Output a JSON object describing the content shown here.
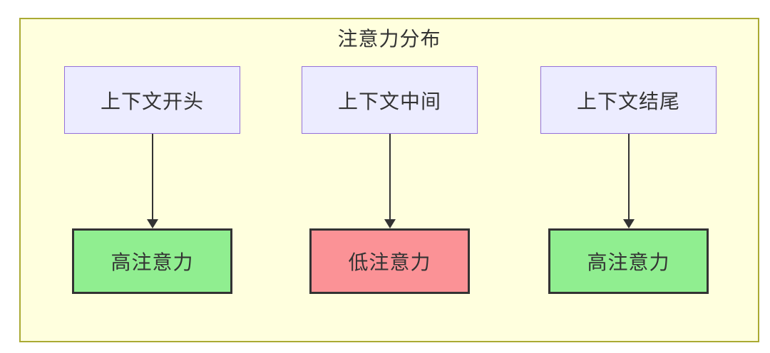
{
  "diagram": {
    "title": "注意力分布",
    "columns": [
      {
        "top_label": "上下文开头",
        "bottom_label": "高注意力",
        "bottom_level": "high",
        "bottom_color": "#90EE90"
      },
      {
        "top_label": "上下文中间",
        "bottom_label": "低注意力",
        "bottom_level": "low",
        "bottom_color": "#FB9296"
      },
      {
        "top_label": "上下文结尾",
        "bottom_label": "高注意力",
        "bottom_level": "high",
        "bottom_color": "#90EE90"
      }
    ],
    "colors": {
      "page_bg": "#FFFFFF",
      "canvas_bg": "#FFFFDE",
      "canvas_border": "#AAAA33",
      "node_bg": "#ECECFF",
      "node_border": "#9370DB",
      "result_border": "#333333",
      "arrow": "#333333",
      "text": "#333333"
    }
  }
}
